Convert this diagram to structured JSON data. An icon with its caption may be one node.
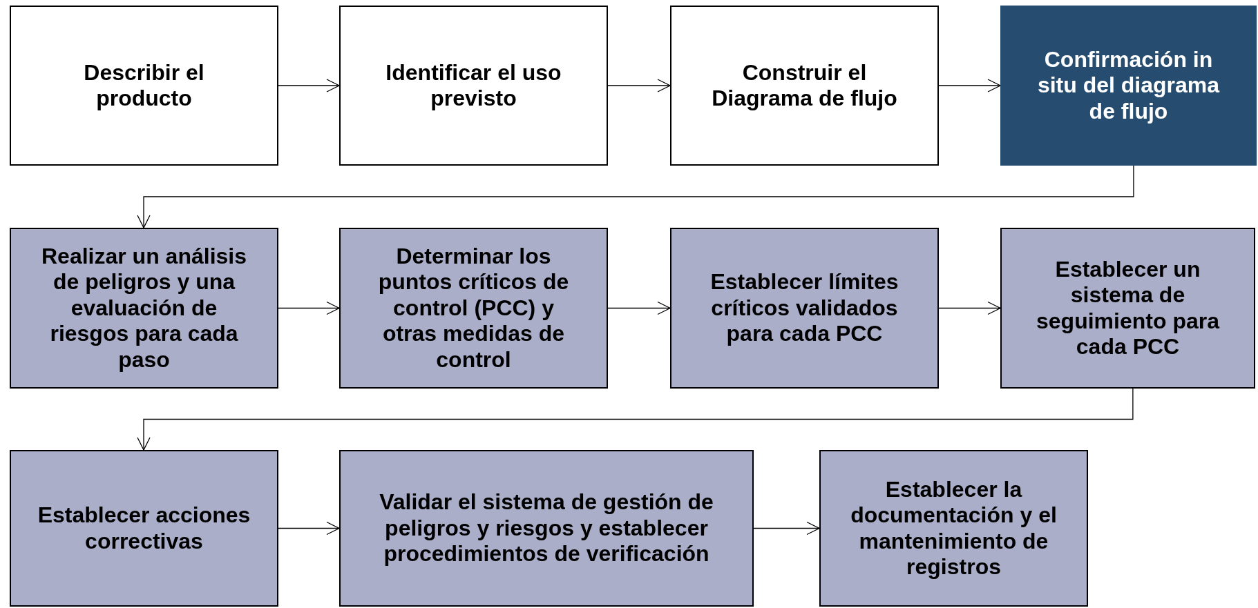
{
  "diagram": {
    "nodes": [
      {
        "text": [
          "Describir el producto"
        ]
      },
      {
        "text": [
          "Identificar el uso previsto"
        ]
      },
      {
        "text": [
          "Construir el Diagrama de flujo"
        ]
      },
      {
        "text": [
          "Confirmación in situ del diagrama de flujo"
        ]
      },
      {
        "text": [
          "Realizar un análisis de peligros y una evaluación de riesgos para cada paso"
        ]
      },
      {
        "text": [
          "Determinar los puntos críticos de control (PCC) y otras medidas de control"
        ]
      },
      {
        "text": [
          "Establecer límites críticos validados para cada PCC"
        ]
      },
      {
        "text": [
          "Establecer un sistema de seguimiento para cada PCC"
        ]
      },
      {
        "text": [
          "Establecer acciones correctivas"
        ]
      },
      {
        "text": [
          "Validar el sistema de gestión de peligros y riesgos y establecer procedimientos de verificación"
        ]
      },
      {
        "text": [
          "Establecer la documentación y el mantenimiento de registros"
        ]
      }
    ],
    "edges": [
      {
        "from": 0,
        "to": 1,
        "arrow": "to"
      },
      {
        "from": 1,
        "to": 2,
        "arrow": "to"
      },
      {
        "from": 2,
        "to": 3,
        "arrow": "to"
      },
      {
        "from": 3,
        "to": 4,
        "arrow": "to"
      },
      {
        "from": 4,
        "to": 5,
        "arrow": "to"
      },
      {
        "from": 5,
        "to": 6,
        "arrow": "to"
      },
      {
        "from": 6,
        "to": 7,
        "arrow": "to"
      },
      {
        "from": 7,
        "to": 8,
        "arrow": "to"
      },
      {
        "from": 8,
        "to": 9,
        "arrow": "to"
      },
      {
        "from": 9,
        "to": 10,
        "arrow": "to"
      }
    ]
  }
}
